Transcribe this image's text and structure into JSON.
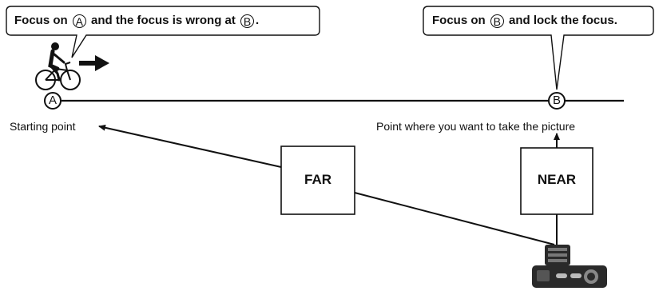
{
  "callouts": {
    "left": {
      "prefix": "Focus on",
      "letter_a": "A",
      "middle": "and the focus is wrong at",
      "letter_b": "B",
      "suffix": "."
    },
    "right": {
      "prefix": "Focus on",
      "letter_b": "B",
      "suffix": "and lock the focus."
    }
  },
  "markers": {
    "a": "A",
    "b": "B"
  },
  "labels": {
    "starting_point": "Starting point",
    "target_point": "Point where you want to take the picture"
  },
  "boxes": {
    "far": "FAR",
    "near": "NEAR"
  },
  "icons": {
    "cyclist": "cyclist-icon",
    "motion_arrow": "right-arrow-icon",
    "camera": "camera-icon"
  },
  "colors": {
    "line": "#111111",
    "background": "#ffffff",
    "camera_body": "#2a2a2a"
  }
}
